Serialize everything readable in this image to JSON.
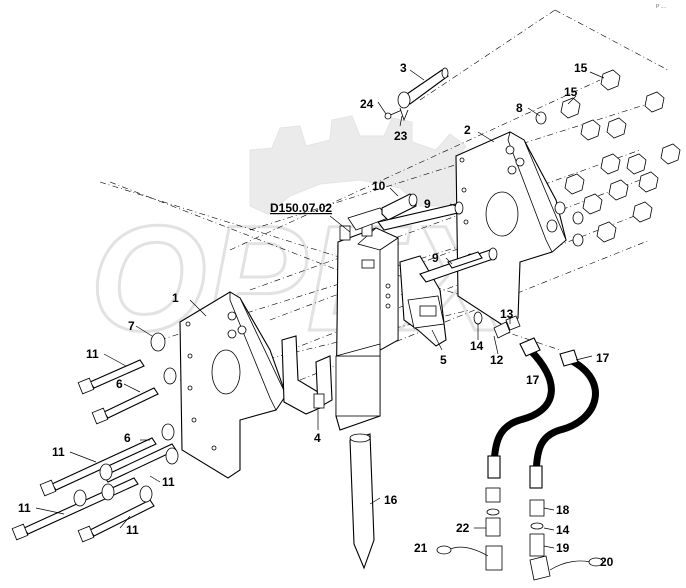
{
  "diagram": {
    "reference_label": "D150.07.02",
    "corner_mark": "P  ....",
    "watermark_text": "OPEX",
    "callouts": [
      {
        "id": "c1",
        "label": "1"
      },
      {
        "id": "c2",
        "label": "2"
      },
      {
        "id": "c3",
        "label": "3"
      },
      {
        "id": "c4",
        "label": "4"
      },
      {
        "id": "c5",
        "label": "5"
      },
      {
        "id": "c6a",
        "label": "6"
      },
      {
        "id": "c6b",
        "label": "6"
      },
      {
        "id": "c7",
        "label": "7"
      },
      {
        "id": "c8",
        "label": "8"
      },
      {
        "id": "c9a",
        "label": "9"
      },
      {
        "id": "c9b",
        "label": "9"
      },
      {
        "id": "c10",
        "label": "10"
      },
      {
        "id": "c11a",
        "label": "11"
      },
      {
        "id": "c11b",
        "label": "11"
      },
      {
        "id": "c11c",
        "label": "11"
      },
      {
        "id": "c11d",
        "label": "11"
      },
      {
        "id": "c11e",
        "label": "11"
      },
      {
        "id": "c12",
        "label": "12"
      },
      {
        "id": "c13",
        "label": "13"
      },
      {
        "id": "c14a",
        "label": "14"
      },
      {
        "id": "c14b",
        "label": "14"
      },
      {
        "id": "c15a",
        "label": "15"
      },
      {
        "id": "c15b",
        "label": "15"
      },
      {
        "id": "c16",
        "label": "16"
      },
      {
        "id": "c17a",
        "label": "17"
      },
      {
        "id": "c17b",
        "label": "17"
      },
      {
        "id": "c18",
        "label": "18"
      },
      {
        "id": "c19",
        "label": "19"
      },
      {
        "id": "c20",
        "label": "20"
      },
      {
        "id": "c21",
        "label": "21"
      },
      {
        "id": "c22",
        "label": "22"
      },
      {
        "id": "c23",
        "label": "23"
      },
      {
        "id": "c24",
        "label": "24"
      }
    ]
  }
}
